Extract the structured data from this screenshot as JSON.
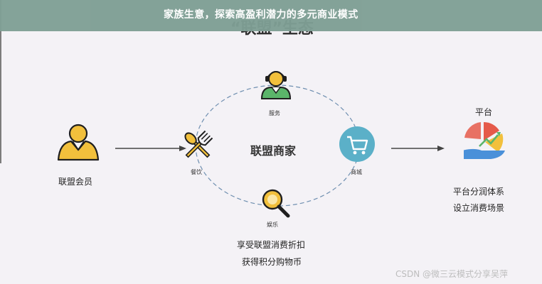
{
  "banner": {
    "title": "家族生意，探索高盈利潜力的多元商业模式"
  },
  "heading": {
    "text": "“联盟”生态"
  },
  "nodes": {
    "member": {
      "label": "联盟会员"
    },
    "service": {
      "label": "服务"
    },
    "dining": {
      "label": "餐饮"
    },
    "mall": {
      "label": "商城"
    },
    "entertainment": {
      "label": "娱乐"
    },
    "center": {
      "label": "联盟商家"
    },
    "platform": {
      "title": "平台",
      "line1": "平台分润体系",
      "line2": "设立消费场景"
    }
  },
  "benefits": {
    "line1": "享受联盟消费折扣",
    "line2": "获得积分购物币"
  },
  "watermark": "CSDN @微三云模式分享吴萍",
  "colors": {
    "banner_bg": "#7f9f95",
    "icon_yellow": "#f2c03c",
    "icon_outline": "#1f1f1f",
    "mall_circle": "#5bb0c8",
    "dashed_ring": "#6f8fb0",
    "platform_red": "#e55a4a",
    "platform_blue": "#4a90d9",
    "platform_green": "#5bb56a"
  }
}
